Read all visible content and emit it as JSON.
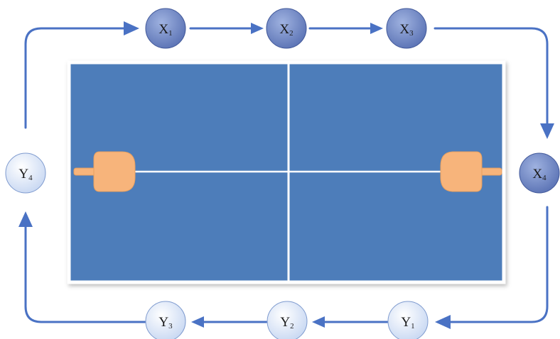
{
  "diagram": {
    "top_nodes": [
      {
        "letter": "X",
        "sub": "1"
      },
      {
        "letter": "X",
        "sub": "2"
      },
      {
        "letter": "X",
        "sub": "3"
      }
    ],
    "right_node": {
      "letter": "X",
      "sub": "4"
    },
    "bottom_nodes": [
      {
        "letter": "Y",
        "sub": "1"
      },
      {
        "letter": "Y",
        "sub": "2"
      },
      {
        "letter": "Y",
        "sub": "3"
      }
    ],
    "left_node": {
      "letter": "Y",
      "sub": "4"
    },
    "colors": {
      "table": "#4d7dba",
      "table_lines": "#ffffff",
      "paddle": "#f7b47b",
      "arrow": "#4a72c4",
      "x_node_fill": "#6f86c2",
      "y_node_fill": "#dbe6f8"
    }
  }
}
